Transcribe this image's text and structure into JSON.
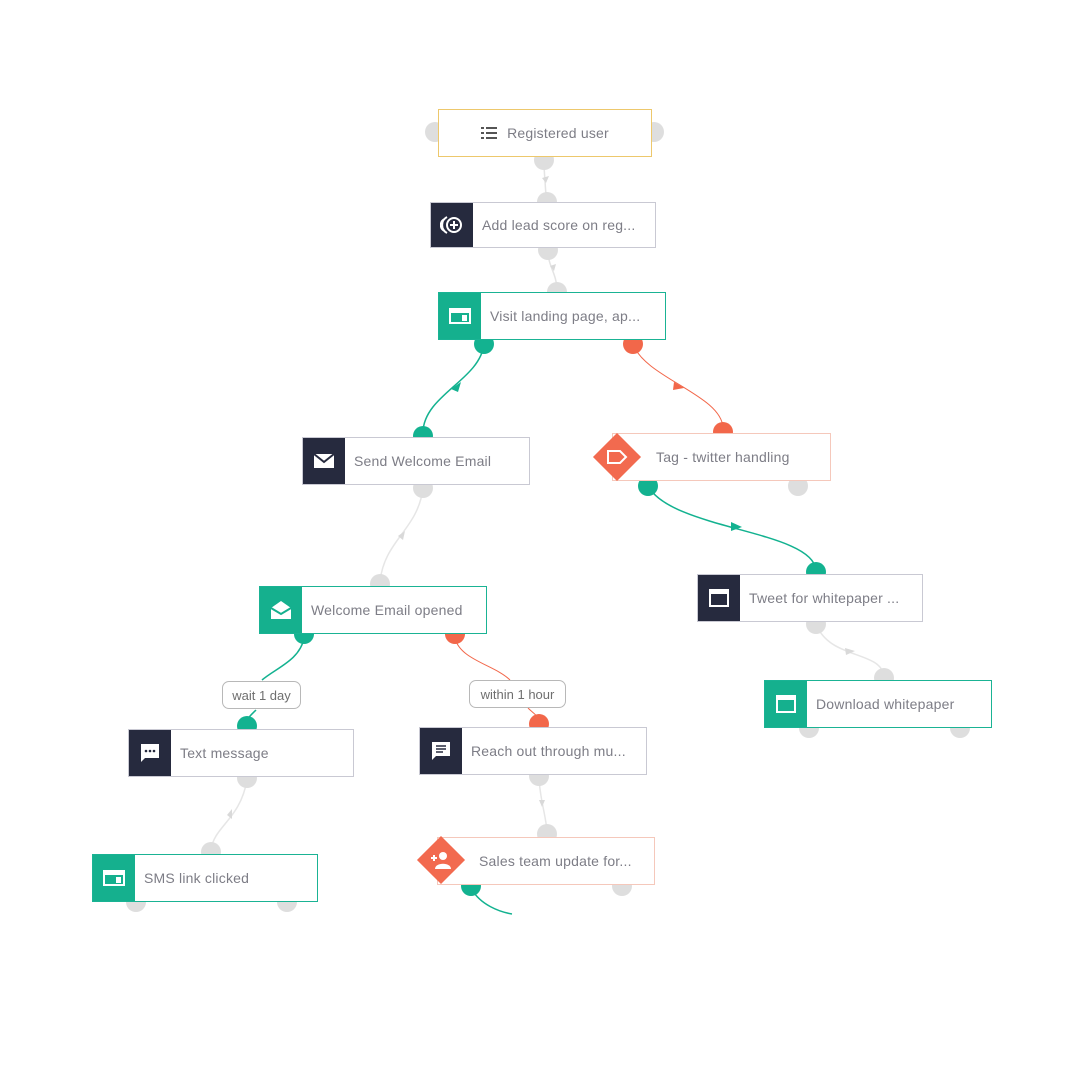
{
  "nodes": {
    "registered_user": {
      "label": "Registered user",
      "icon": "list-icon"
    },
    "add_lead_score": {
      "label": "Add lead score on reg...",
      "icon": "lead-score-plus-icon"
    },
    "visit_landing_page": {
      "label": "Visit landing page, ap...",
      "icon": "landing-page-icon"
    },
    "send_welcome_email": {
      "label": "Send Welcome Email",
      "icon": "envelope-icon"
    },
    "tag_twitter": {
      "label": "Tag - twitter handling",
      "icon": "tag-icon"
    },
    "welcome_email_opened": {
      "label": "Welcome Email opened",
      "icon": "open-envelope-icon"
    },
    "tweet_whitepaper": {
      "label": "Tweet for whitepaper ...",
      "icon": "window-icon"
    },
    "download_whitepaper": {
      "label": "Download whitepaper",
      "icon": "window-icon"
    },
    "text_message": {
      "label": "Text message",
      "icon": "chat-bubble-icon"
    },
    "reach_out": {
      "label": "Reach out through mu...",
      "icon": "message-icon"
    },
    "sales_team_update": {
      "label": "Sales team update for...",
      "icon": "add-person-icon"
    },
    "sms_link_clicked": {
      "label": "SMS link clicked",
      "icon": "landing-page-icon"
    }
  },
  "waits": {
    "wait_1_day": "wait 1 day",
    "within_1_hour": "within 1 hour"
  },
  "colors": {
    "yes_branch": "#13b290",
    "no_branch": "#f2674a",
    "neutral_connector": "#dedede",
    "dark_icon_bg": "#262a3e",
    "trigger_border": "#edc86c"
  }
}
